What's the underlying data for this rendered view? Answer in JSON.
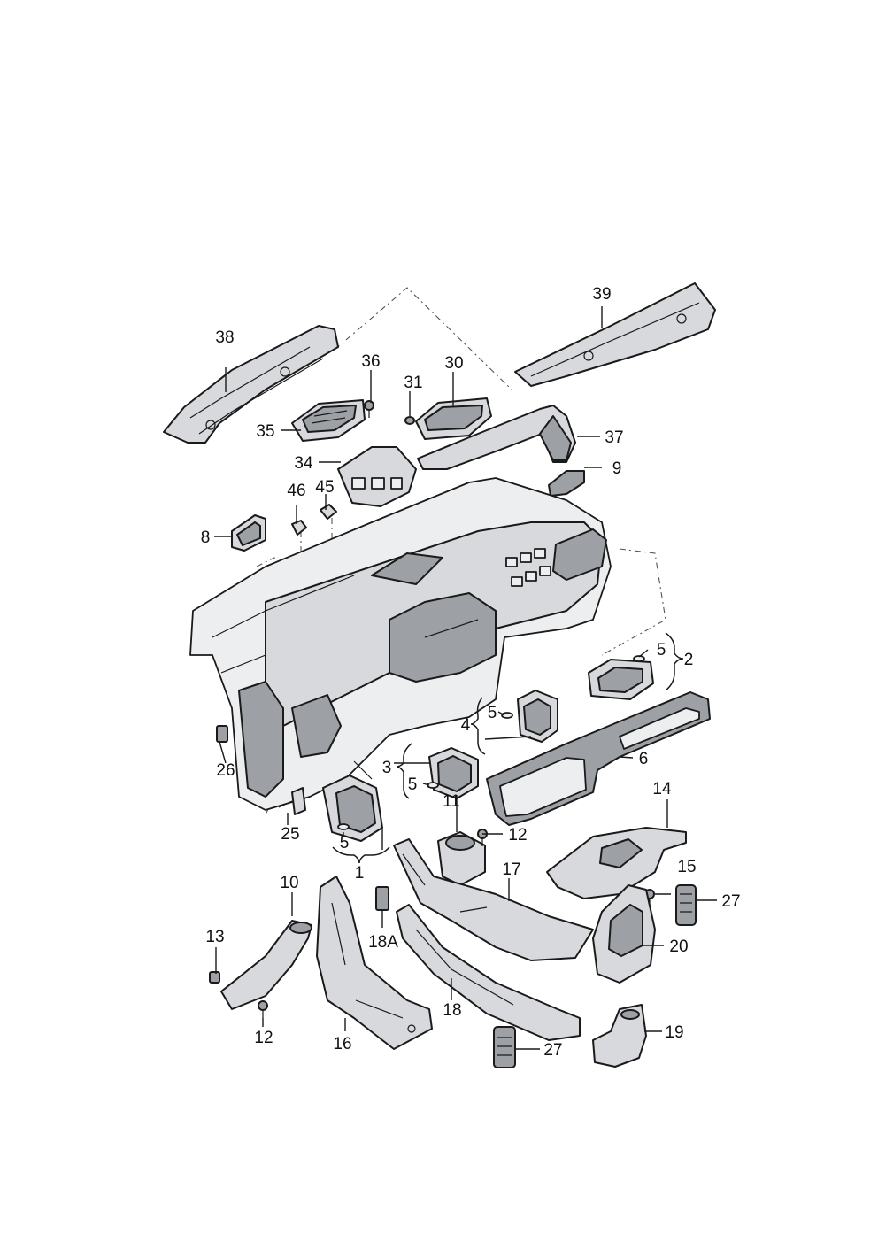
{
  "callouts": [
    {
      "id": "c1",
      "text": "1"
    },
    {
      "id": "c2",
      "text": "2"
    },
    {
      "id": "c3",
      "text": "3"
    },
    {
      "id": "c4",
      "text": "4"
    },
    {
      "id": "c5a",
      "text": "5"
    },
    {
      "id": "c5b",
      "text": "5"
    },
    {
      "id": "c5c",
      "text": "5"
    },
    {
      "id": "c5d",
      "text": "5"
    },
    {
      "id": "c6",
      "text": "6"
    },
    {
      "id": "c8",
      "text": "8"
    },
    {
      "id": "c9",
      "text": "9"
    },
    {
      "id": "c10",
      "text": "10"
    },
    {
      "id": "c11",
      "text": "11"
    },
    {
      "id": "c12a",
      "text": "12"
    },
    {
      "id": "c12b",
      "text": "12"
    },
    {
      "id": "c13",
      "text": "13"
    },
    {
      "id": "c14",
      "text": "14"
    },
    {
      "id": "c15",
      "text": "15"
    },
    {
      "id": "c16",
      "text": "16"
    },
    {
      "id": "c17",
      "text": "17"
    },
    {
      "id": "c18",
      "text": "18"
    },
    {
      "id": "c18A",
      "text": "18A"
    },
    {
      "id": "c19",
      "text": "19"
    },
    {
      "id": "c20",
      "text": "20"
    },
    {
      "id": "c25",
      "text": "25"
    },
    {
      "id": "c26",
      "text": "26"
    },
    {
      "id": "c27a",
      "text": "27"
    },
    {
      "id": "c27b",
      "text": "27"
    },
    {
      "id": "c30",
      "text": "30"
    },
    {
      "id": "c31",
      "text": "31"
    },
    {
      "id": "c34",
      "text": "34"
    },
    {
      "id": "c35",
      "text": "35"
    },
    {
      "id": "c36",
      "text": "36"
    },
    {
      "id": "c37",
      "text": "37"
    },
    {
      "id": "c38",
      "text": "38"
    },
    {
      "id": "c39",
      "text": "39"
    },
    {
      "id": "c45",
      "text": "45"
    },
    {
      "id": "c46",
      "text": "46"
    }
  ]
}
